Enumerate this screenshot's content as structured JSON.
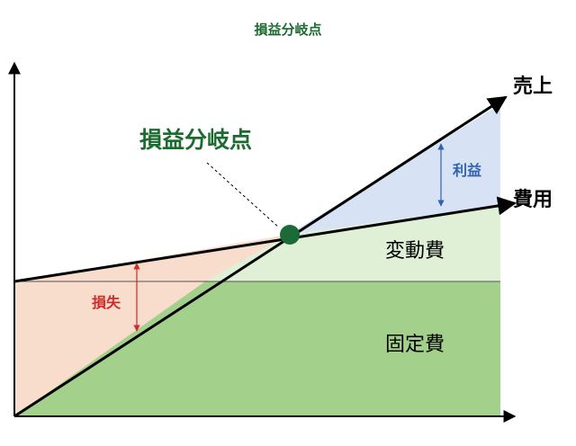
{
  "title": "損益分岐点",
  "labels": {
    "break_even": "損益分岐点",
    "sales": "売上",
    "cost": "費用",
    "profit": "利益",
    "loss": "損失",
    "variable_cost": "変動費",
    "fixed_cost": "固定費"
  },
  "colors": {
    "title_green": "#1b6b2f",
    "fixed_cost_fill": "#a3d18b",
    "variable_cost_fill": "#dff0d6",
    "profit_fill": "#d8e2f5",
    "loss_fill": "#f8dccc",
    "break_even_point": "#1a6b37",
    "profit_text": "#2f63b0",
    "loss_text": "#d12a2a",
    "line": "#000000"
  }
}
